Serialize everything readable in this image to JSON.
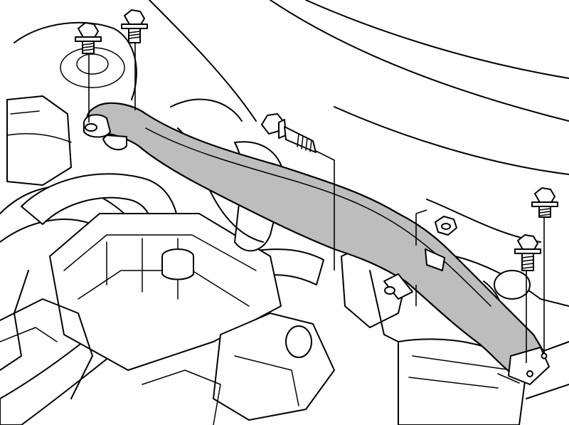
{
  "illustration": {
    "accent_color": "#bdbdbd",
    "line_color": "#000000",
    "background_color": "#ffffff",
    "parts": [
      "front-strut-brace",
      "bolt-left-outer",
      "bolt-left-inner",
      "center-bolt",
      "nut",
      "bolt-right-upper",
      "bolt-right-lower"
    ]
  }
}
